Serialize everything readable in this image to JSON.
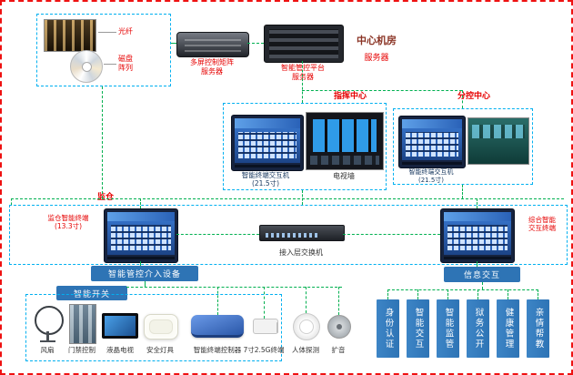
{
  "center_room": {
    "title": "中心机房",
    "server_tag": "服务器",
    "storage": {
      "fiber_label": "光纤",
      "disk_label": "磁盘\n阵列"
    },
    "matrix_server_label": "多屏控制矩阵\n服务器",
    "platform_server_label": "智能管控平台\n服务器"
  },
  "command_center": {
    "title": "指挥中心",
    "terminal_label": "智能终端交互机\n(21.5寸)",
    "tv_wall_label": "电视墙"
  },
  "sub_center": {
    "title": "分控中心",
    "terminal_label": "智能终端交互机\n(21.5寸)"
  },
  "cell": {
    "title": "监仓",
    "left_terminal_label": "监仓智能终端\n(13.3寸)",
    "switch_label": "接入层交换机",
    "right_terminal_label": "综合智能\n交互终端"
  },
  "control": {
    "access_device_label": "智能管控介入设备",
    "smart_switch_label": "智能开关",
    "devices": [
      {
        "label": "风扇"
      },
      {
        "label": "门禁控制"
      },
      {
        "label": "液晶电视"
      },
      {
        "label": "安全灯具"
      },
      {
        "label": "智能终端控制器"
      },
      {
        "label": "7寸2.5G终端"
      },
      {
        "label": "人体探测"
      },
      {
        "label": "扩音"
      }
    ]
  },
  "interaction": {
    "label": "信息交互",
    "services": [
      "身份认证",
      "智能交互",
      "智能监管",
      "狱务公开",
      "健康管理",
      "亲情帮教"
    ]
  }
}
